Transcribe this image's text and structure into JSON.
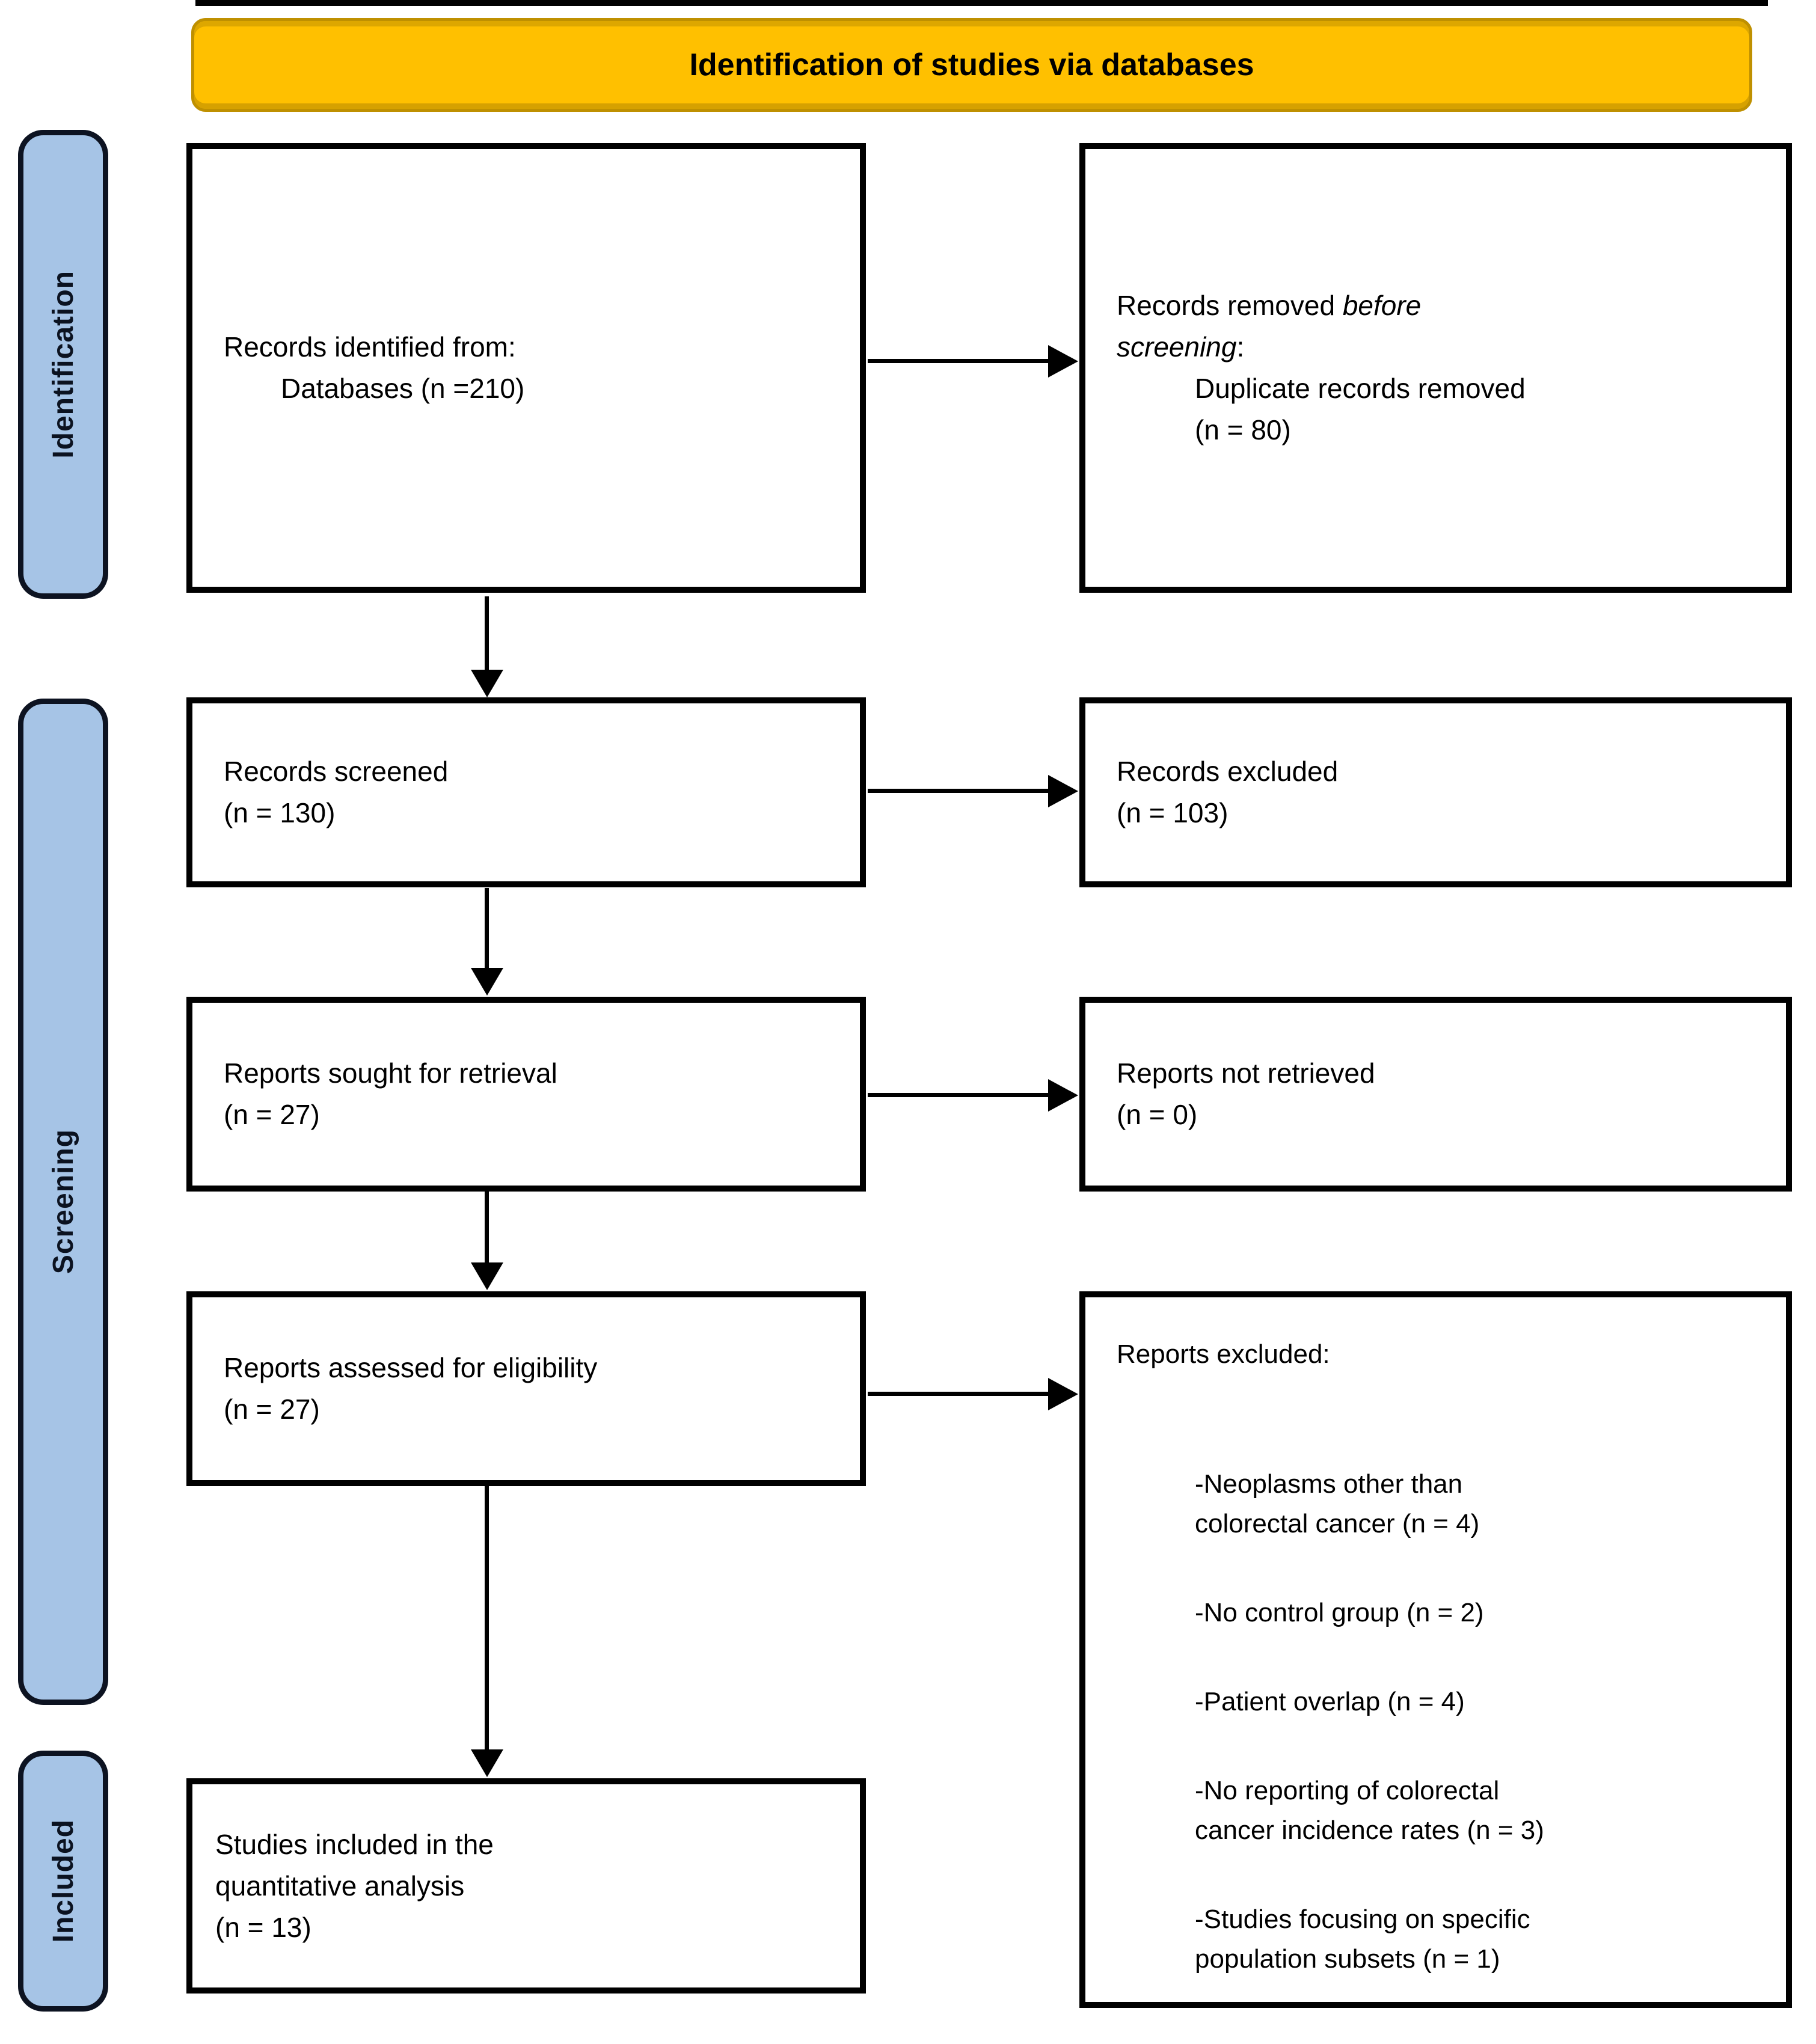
{
  "header": {
    "title": "Identification of studies via databases"
  },
  "stages": [
    {
      "label": "Identification"
    },
    {
      "label": "Screening"
    },
    {
      "label": "Included"
    }
  ],
  "flow": {
    "records_identified": {
      "line1": "Records identified from:",
      "line2": "Databases (n =210)"
    },
    "records_removed": {
      "prefix": "Records removed ",
      "italic_line1": "before",
      "italic_line2": "screening",
      "suffix": ":",
      "detail": "Duplicate records removed",
      "count": "(n = 80)"
    },
    "records_screened": {
      "line1": "Records screened",
      "line2": "(n = 130)"
    },
    "records_excluded": {
      "line1": "Records excluded",
      "line2": "(n = 103)"
    },
    "reports_sought": {
      "line1": "Reports sought for retrieval",
      "line2": "(n = 27)"
    },
    "reports_not_retrieved": {
      "line1": "Reports not retrieved",
      "line2": "(n = 0)"
    },
    "reports_assessed": {
      "line1": "Reports assessed for eligibility",
      "line2": "(n = 27)"
    },
    "reports_excluded": {
      "title": "Reports excluded:",
      "reasons": [
        "-Neoplasms other than\ncolorectal cancer (n = 4)",
        "-No control group (n = 2)",
        "-Patient overlap (n = 4)",
        "-No reporting of colorectal\ncancer incidence rates (n = 3)",
        "-Studies focusing on specific\npopulation subsets (n = 1)"
      ]
    },
    "studies_included": {
      "lines": "Studies included in the\nquantitative analysis\n(n = 13)"
    }
  },
  "colors": {
    "banner_fill": "#FFC000",
    "banner_edge": "#BF9000",
    "stage_fill": "#A6C4E6",
    "stage_edge": "#0D1321",
    "box_edge": "#000000",
    "text": "#000000"
  }
}
